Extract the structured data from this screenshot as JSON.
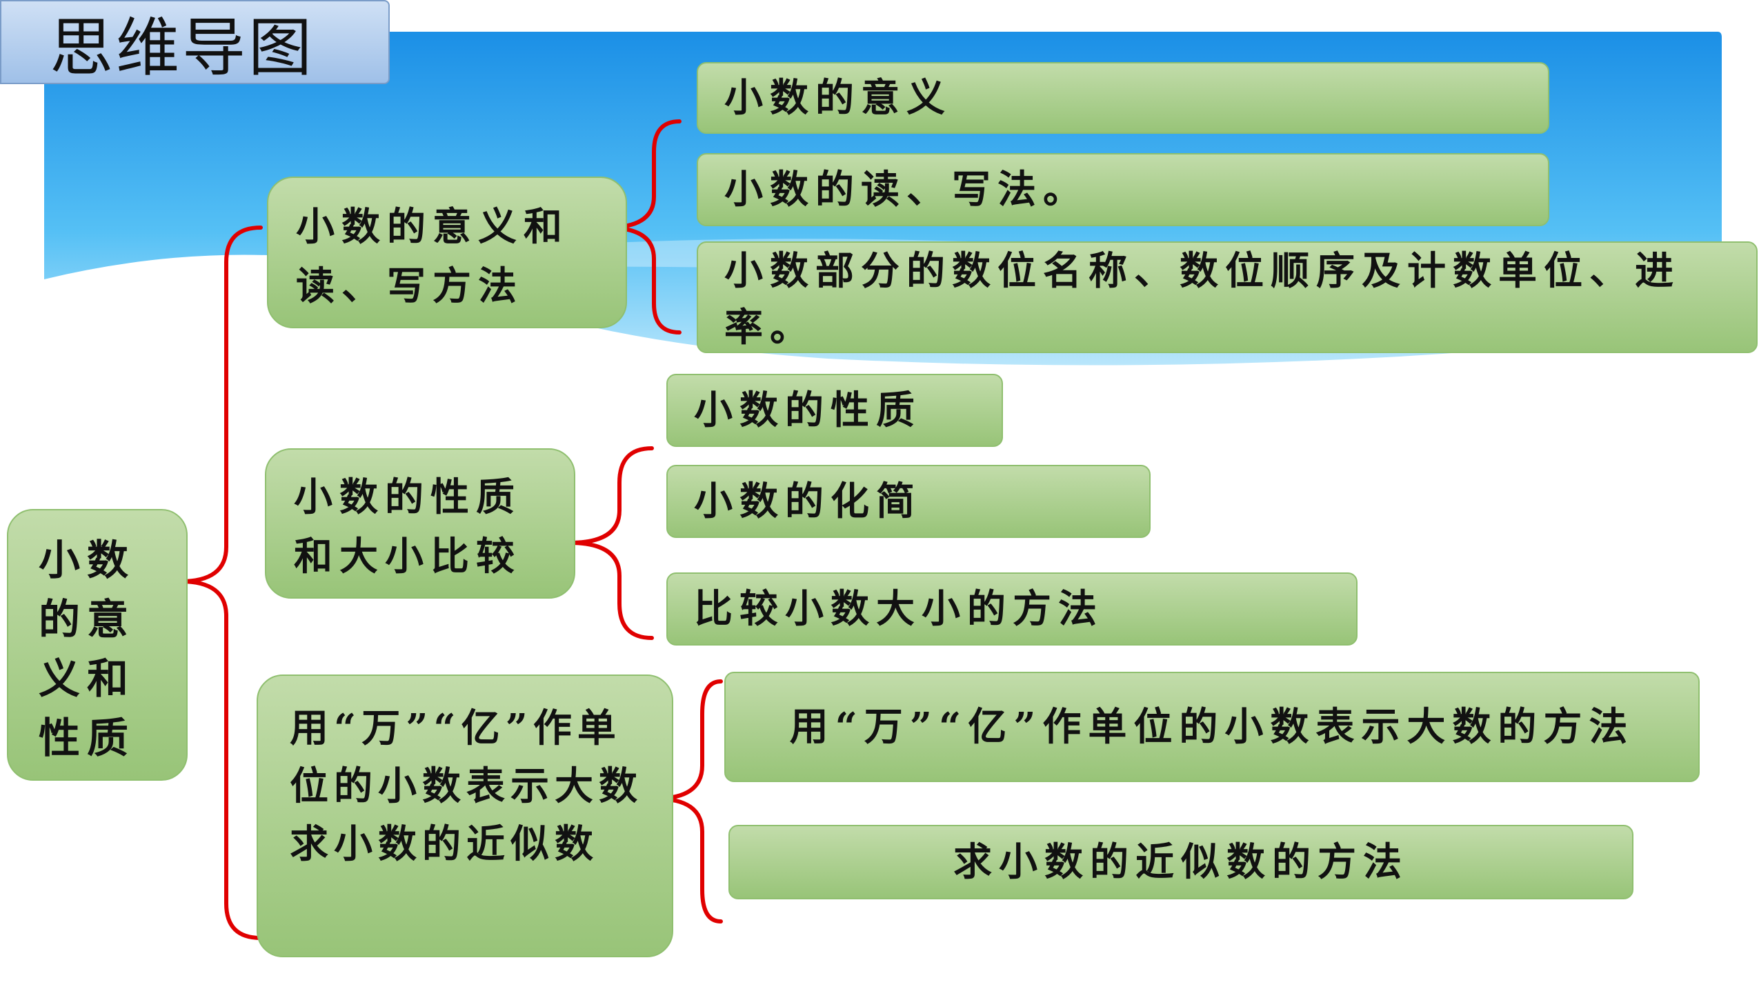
{
  "title": "思维导图",
  "root": "小数的意义和性质",
  "branches": [
    {
      "label": "小数的意义和读、写方法",
      "items": [
        "小数的意义",
        "小数的读、写法。",
        "小数部分的数位名称、数位顺序及计数单位、进率。"
      ]
    },
    {
      "label": "小数的性质和大小比较",
      "items": [
        "小数的性质",
        "小数的化简",
        "比较小数大小的方法"
      ]
    },
    {
      "label": "用“万”“亿”作单位的小数表示大数求小数的近似数",
      "items": [
        "用“万”“亿”作单位的小数表示大数的方法",
        "求小数的近似数的方法"
      ]
    }
  ],
  "colors": {
    "node_fill": "#acd08e",
    "node_border": "#8fbf6f",
    "brace": "#e00000",
    "sky": "#2aa3f0",
    "title_fill": "#b6d0f0"
  }
}
